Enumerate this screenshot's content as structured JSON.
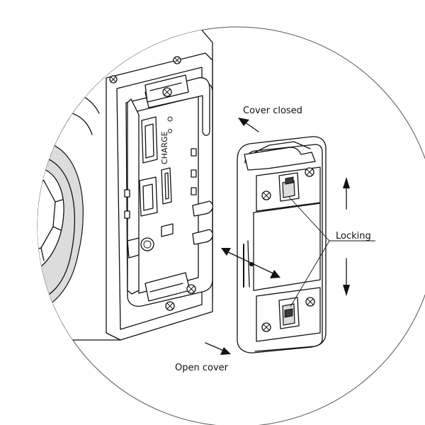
{
  "labels": {
    "cover_closed": "Cover closed",
    "locking": "Locking",
    "open_cover": "Open cover",
    "charge": "CHARGE"
  },
  "colors": {
    "line": "#111111",
    "background": "#ffffff",
    "shade": "#dcdcdc"
  }
}
